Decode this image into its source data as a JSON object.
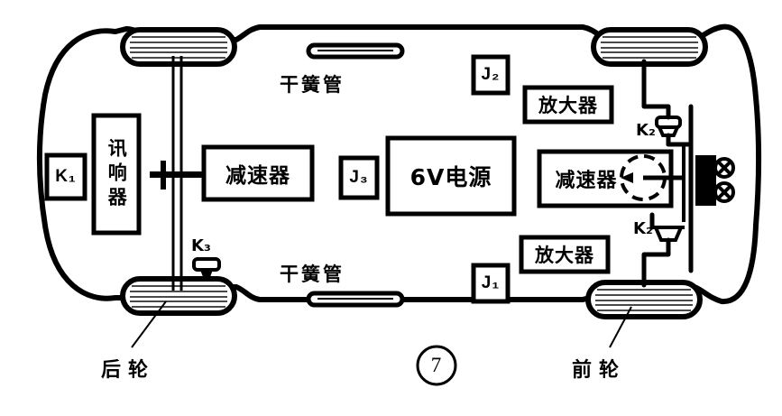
{
  "figure": {
    "number_label": "7",
    "caption_style": "circled-number"
  },
  "components": {
    "switch_k1": "K₁",
    "switch_k2_upper": "K₂",
    "switch_k2_lower": "K₂",
    "switch_k3": "K₃",
    "relay_j1": "J₁",
    "relay_j2": "J₂",
    "relay_j3": "J₃",
    "buzzer": "讯响器",
    "reducer_rear": "减速器",
    "reducer_front": "减速器",
    "power_supply": "6V电源",
    "amplifier_upper": "放大器",
    "amplifier_lower": "放大器",
    "reed_switch_upper": "干簧管",
    "reed_switch_lower": "干簧管"
  },
  "annotations": {
    "rear_wheel": "后轮",
    "front_wheel": "前轮"
  },
  "colors": {
    "ink": "#000000",
    "paper": "#ffffff"
  }
}
